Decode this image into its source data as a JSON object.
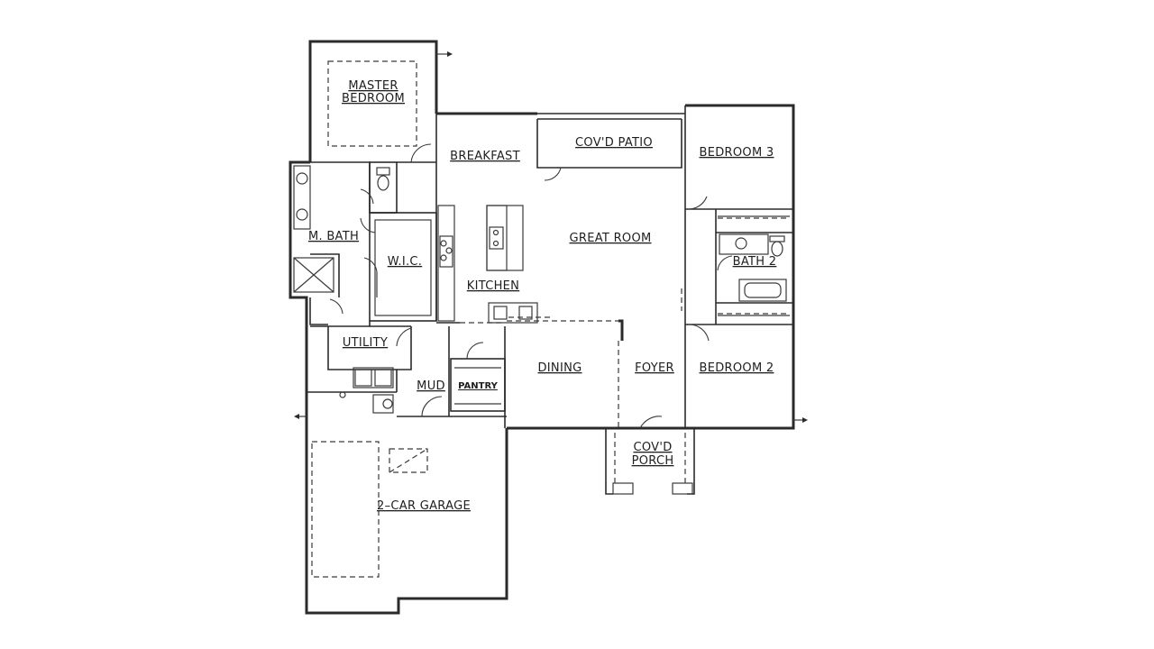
{
  "floor_plan": {
    "rooms": {
      "master_bedroom": [
        "MASTER",
        "BEDROOM"
      ],
      "breakfast": "BREAKFAST",
      "covd_patio": "COV'D PATIO",
      "bedroom_3": "BEDROOM 3",
      "great_room": "GREAT ROOM",
      "m_bath": "M. BATH",
      "wic": "W.I.C.",
      "kitchen": "KITCHEN",
      "bath_2": "BATH 2",
      "utility": "UTILITY",
      "dining": "DINING",
      "foyer": "FOYER",
      "bedroom_2": "BEDROOM 2",
      "mud": "MUD",
      "pantry": "PANTRY",
      "covd_porch": [
        "COV'D",
        "PORCH"
      ],
      "garage": "2–CAR GARAGE"
    }
  }
}
